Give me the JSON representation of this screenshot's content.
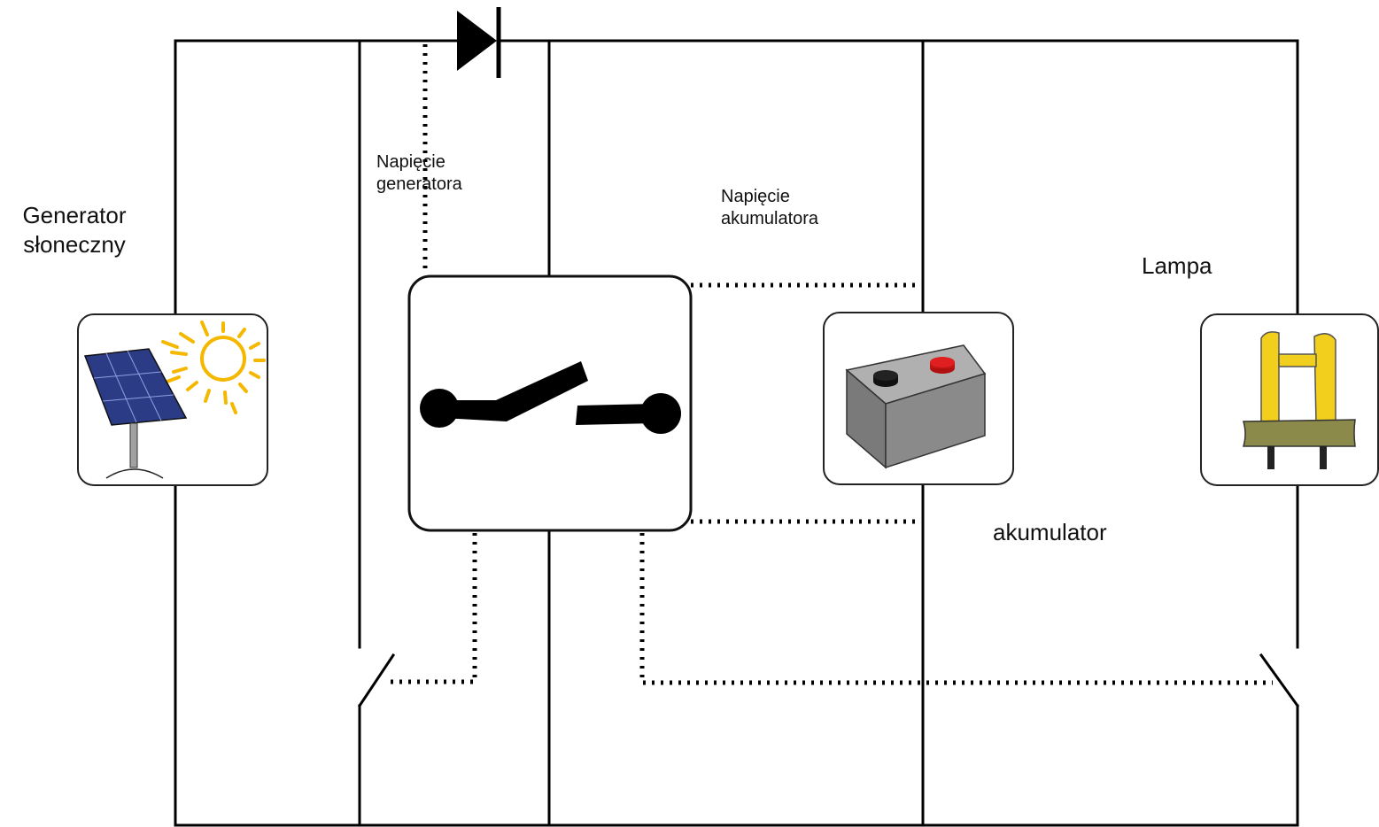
{
  "labels": {
    "solar_generator": [
      "Generator",
      "słoneczny"
    ],
    "generator_voltage": [
      "Napięcie",
      "generatora"
    ],
    "battery_voltage": [
      "Napięcie",
      "akumulatora"
    ],
    "lamp": "Lampa",
    "battery": "akumulator"
  },
  "colors": {
    "wire": "#000000",
    "panel": "#2c3b86",
    "sun": "#f5b800",
    "battery_body": "#8a8a8a",
    "battery_top": "#b0b0b0",
    "terminal_neg": "#000000",
    "terminal_pos": "#e02020",
    "lamp_tube": "#f2cf1c",
    "lamp_base": "#8b8a4a"
  },
  "icons": {
    "solar": "solar-panel-with-sun-icon",
    "controller": "open-switch-icon",
    "battery": "battery-icon",
    "lamp": "compact-fluorescent-lamp-icon",
    "diode": "diode-icon"
  }
}
